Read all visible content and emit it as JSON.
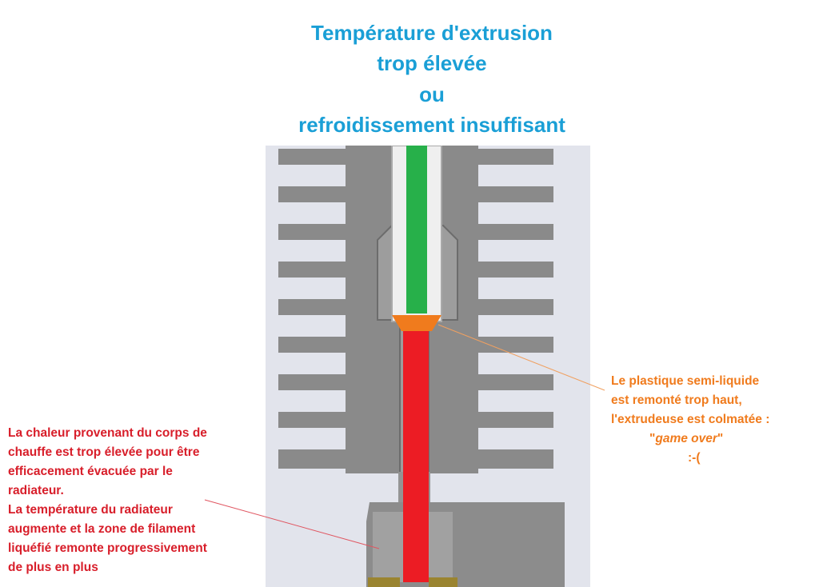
{
  "title": {
    "line1": "Température d'extrusion",
    "line2": "trop élevée",
    "line3": "ou",
    "line4": "refroidissement insuffisant"
  },
  "left_annotation": {
    "line1": "La chaleur provenant du corps de",
    "line2": "chauffe est trop élevée pour être",
    "line3": "efficacement évacuée par le",
    "line4": "radiateur.",
    "line5": "La température du radiateur",
    "line6": "augmente et la zone de filament",
    "line7": "liquéfié remonte progressivement",
    "line8": "de plus en plus"
  },
  "right_annotation": {
    "line1": "Le plastique semi-liquide",
    "line2": "est remonté trop haut,",
    "line3": "l'extrudeuse est colmatée :",
    "quote_open": "\"",
    "quote_text": "game over",
    "quote_close": "\"",
    "smiley": ":-("
  },
  "colors": {
    "title": "#1a9fd6",
    "left_annotation": "#d81e2a",
    "right_annotation": "#f07b1d",
    "solid_filament": "#27b04a",
    "liquid_filament": "#ec1c24",
    "semi_liquid_zone": "#f07b1d",
    "metal": "#8a8a8a",
    "background_panel": "#e2e4ec"
  }
}
